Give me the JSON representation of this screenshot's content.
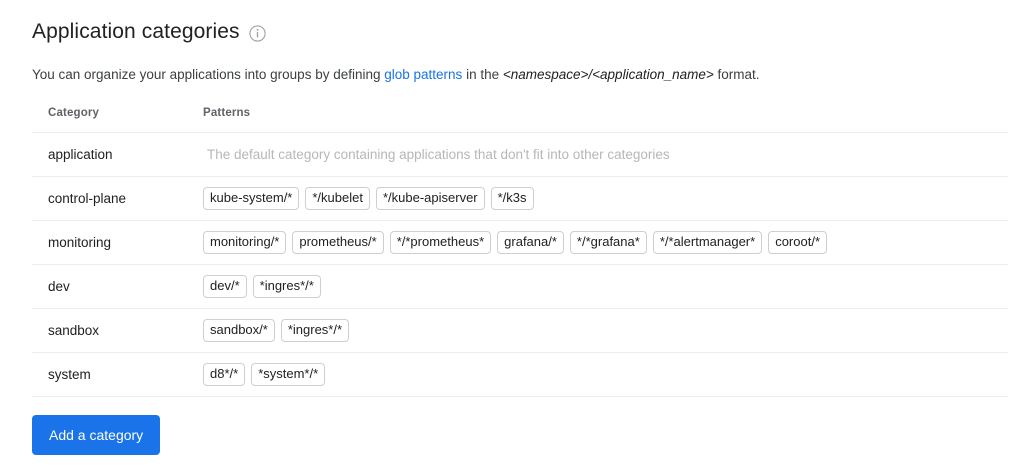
{
  "header": {
    "title": "Application categories",
    "info_icon": "info-circle-icon",
    "description": {
      "part1": "You can organize your applications into groups by defining ",
      "link": "glob patterns",
      "part2": " in the ",
      "emphasis": "<namespace>/<application_name>",
      "part3": " format."
    }
  },
  "table": {
    "columns": [
      "Category",
      "Patterns"
    ],
    "rows": [
      {
        "category": "application",
        "placeholder": "The default category containing applications that don't fit into other categories",
        "patterns": []
      },
      {
        "category": "control-plane",
        "placeholder": "",
        "patterns": [
          "kube-system/*",
          "*/kubelet",
          "*/kube-apiserver",
          "*/k3s"
        ]
      },
      {
        "category": "monitoring",
        "placeholder": "",
        "patterns": [
          "monitoring/*",
          "prometheus/*",
          "*/*prometheus*",
          "grafana/*",
          "*/*grafana*",
          "*/*alertmanager*",
          "coroot/*"
        ]
      },
      {
        "category": "dev",
        "placeholder": "",
        "patterns": [
          "dev/*",
          "*ingres*/*"
        ]
      },
      {
        "category": "sandbox",
        "placeholder": "",
        "patterns": [
          "sandbox/*",
          "*ingres*/*"
        ]
      },
      {
        "category": "system",
        "placeholder": "",
        "patterns": [
          "d8*/*",
          "*system*/*"
        ]
      }
    ]
  },
  "actions": {
    "add_category_label": "Add a category"
  },
  "colors": {
    "accent": "#1a73e8",
    "link": "#1a73e8",
    "text": "#202124",
    "muted": "#5f6368",
    "placeholder": "#b5b7ba",
    "border": "#ececec",
    "chip_border": "#cfcfcf"
  }
}
